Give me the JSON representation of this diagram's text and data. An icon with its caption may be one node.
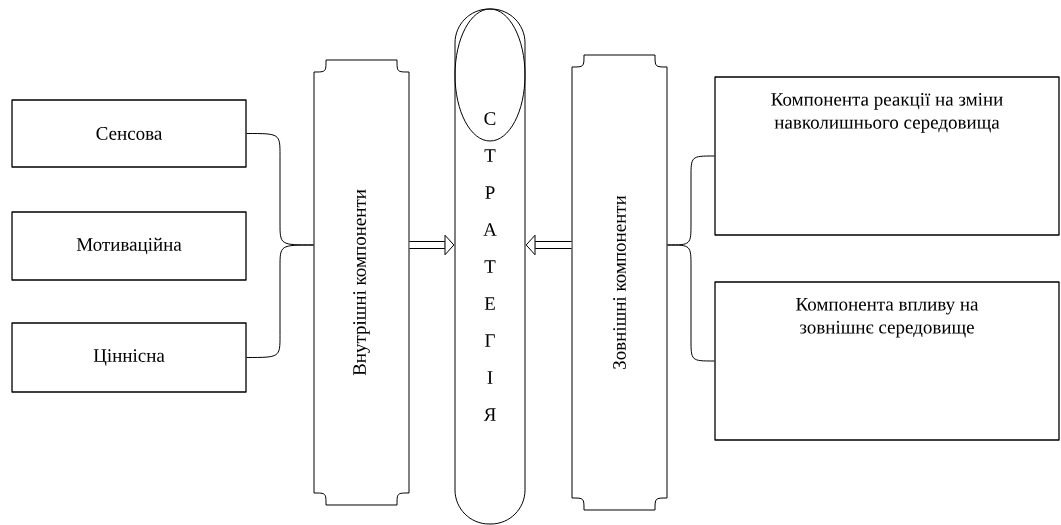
{
  "diagram": {
    "nodes": [
      {
        "text": [
          "Сенсова"
        ]
      },
      {
        "text": [
          "Мотиваційна"
        ]
      },
      {
        "text": [
          "Ціннісна"
        ]
      },
      {
        "text": [
          "Внутрішні компоненти"
        ]
      },
      {
        "text": [
          "СТРАТЕГІЯ"
        ]
      },
      {
        "text": [
          "Зовнішні компоненти"
        ]
      },
      {
        "text": [
          "Компонента реакції на зміни навколишнього середовища"
        ]
      },
      {
        "text": [
          "Компонента впливу на зовнішнє середовище"
        ]
      }
    ],
    "edges": [
      {
        "from": 0,
        "to": 3,
        "arrow": "none"
      },
      {
        "from": 2,
        "to": 3,
        "arrow": "none"
      },
      {
        "from": 3,
        "to": 4,
        "arrow": "to",
        "style": "thick"
      },
      {
        "from": 5,
        "to": 4,
        "arrow": "to",
        "style": "thick"
      },
      {
        "from": 6,
        "to": 5,
        "arrow": "none"
      },
      {
        "from": 7,
        "to": 5,
        "arrow": "none"
      }
    ]
  }
}
